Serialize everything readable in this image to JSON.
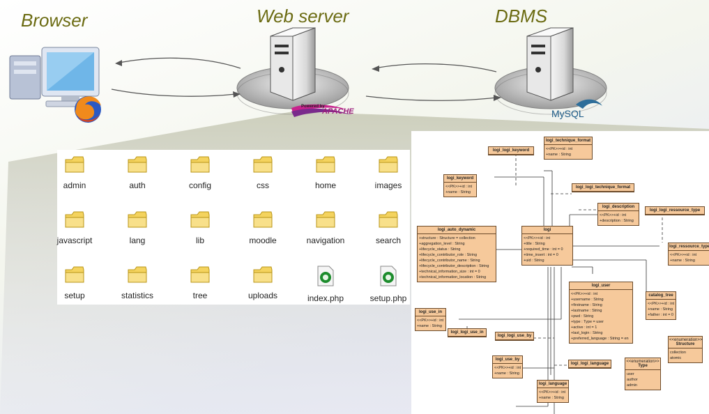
{
  "tiers": {
    "browser": "Browser",
    "webserver": "Web server",
    "dbms": "DBMS",
    "apache_powered": "Powered by",
    "apache": "APACHE",
    "mysql": "MySQL"
  },
  "files": [
    {
      "name": "admin",
      "type": "folder"
    },
    {
      "name": "auth",
      "type": "folder"
    },
    {
      "name": "config",
      "type": "folder"
    },
    {
      "name": "css",
      "type": "folder"
    },
    {
      "name": "home",
      "type": "folder"
    },
    {
      "name": "images",
      "type": "folder"
    },
    {
      "name": "javascript",
      "type": "folder"
    },
    {
      "name": "lang",
      "type": "folder"
    },
    {
      "name": "lib",
      "type": "folder"
    },
    {
      "name": "moodle",
      "type": "folder"
    },
    {
      "name": "navigation",
      "type": "folder"
    },
    {
      "name": "search",
      "type": "folder"
    },
    {
      "name": "setup",
      "type": "folder"
    },
    {
      "name": "statistics",
      "type": "folder"
    },
    {
      "name": "tree",
      "type": "folder"
    },
    {
      "name": "uploads",
      "type": "folder"
    },
    {
      "name": "index.php",
      "type": "php"
    },
    {
      "name": "setup.php",
      "type": "php"
    }
  ],
  "uml": {
    "logi_logi_keyword": {
      "title": "logi_logi_keyword"
    },
    "logi_technique_format": {
      "title": "logi_technique_format",
      "attrs": [
        "<<PK>>+id : int",
        "+name : String"
      ]
    },
    "logi_keyword": {
      "title": "logi_keyword",
      "attrs": [
        "<<PK>>+id : int",
        "+name : String"
      ]
    },
    "logi_logi_technique_format": {
      "title": "logi_logi_technique_format"
    },
    "logi_description": {
      "title": "logi_description",
      "attrs": [
        "<<PK>>+id : int",
        "+description : String"
      ]
    },
    "logi_logi_ressource_type": {
      "title": "logi_logi_ressource_type"
    },
    "logi_auto_dynamic": {
      "title": "logi_auto_dynamic",
      "attrs": [
        "+structure : Structure = collection",
        "+aggregation_level : String",
        "+lifecycle_status : String",
        "+lifecycle_contributor_role : String",
        "+lifecycle_contributor_name : String",
        "+lifecycle_contributor_description : String",
        "+technical_information_size : int = 0",
        "+technical_information_location : String"
      ]
    },
    "logi": {
      "title": "logi",
      "attrs": [
        "<<PK>>+id : int",
        "+title : String",
        "+required_time : int = 0",
        "+time_insert : int = 0",
        "+uid : String"
      ]
    },
    "logi_ressource_type": {
      "title": "logi_ressource_type",
      "attrs": [
        "<<PK>>+id : int",
        "+name : String"
      ]
    },
    "logi_user": {
      "title": "logi_user",
      "attrs": [
        "<<PK>>+id : int",
        "+username : String",
        "+firstname : String",
        "+lastname : String",
        "+pwd : String",
        "+type : Type = user",
        "+active : int = 1",
        "+last_login : String",
        "+preferred_language : String = en"
      ]
    },
    "catalog_tree": {
      "title": "catalog_tree",
      "attrs": [
        "<<PK>>+id : int",
        "+name : String",
        "+father : int = 0"
      ]
    },
    "logi_use_in": {
      "title": "logi_use_in",
      "attrs": [
        "<<PK>>+id : int",
        "+name : String"
      ]
    },
    "logi_logi_use_in": {
      "title": "logi_logi_use_in"
    },
    "logi_logi_use_by": {
      "title": "logi_logi_use_by"
    },
    "structure": {
      "stereo": "<<enumeration>>",
      "title": "Structure",
      "attrs": [
        "collection",
        "atomic"
      ]
    },
    "logi_use_by": {
      "title": "logi_use_by",
      "attrs": [
        "<<PK>>+id : int",
        "+name : String"
      ]
    },
    "logi_logi_language": {
      "title": "logi_logi_language"
    },
    "type": {
      "stereo": "<<enumeration>>",
      "title": "Type",
      "attrs": [
        "user",
        "author",
        "admin"
      ]
    },
    "logi_language": {
      "title": "logi_language",
      "attrs": [
        "<<PK>>+id : int",
        "+name : String"
      ]
    }
  }
}
